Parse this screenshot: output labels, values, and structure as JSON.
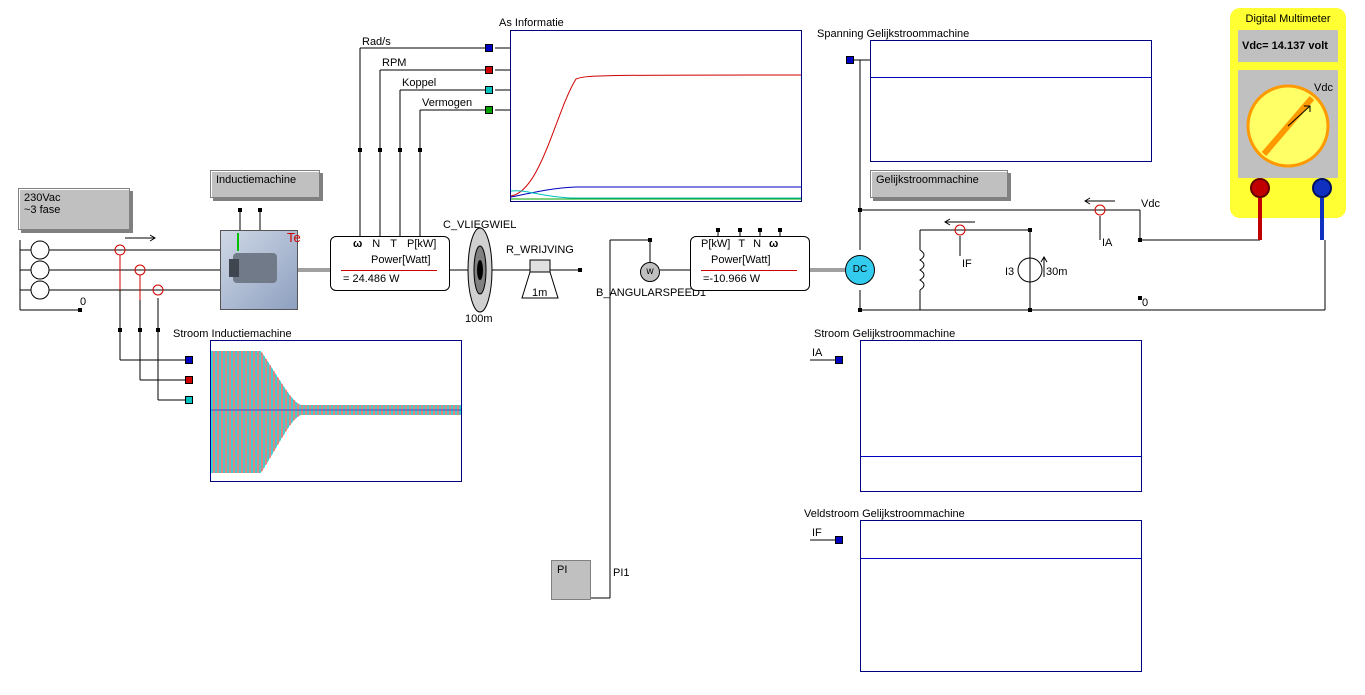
{
  "colors": {
    "wire": "#000000",
    "scope_border": "#000080",
    "red_trace": "#d00000",
    "blue_trace": "#0000c0",
    "cyan_trace": "#00c0c0",
    "green_trace": "#00a000",
    "dmm_yellow": "#ffff33",
    "dmm_orange": "#ff9900"
  },
  "source": {
    "label_line1": "230Vac",
    "label_line2": "~3 fase",
    "ground": "0"
  },
  "induction_machine": {
    "label": "Inductiemachine",
    "torque_symbol": "Te"
  },
  "power_meter_left": {
    "headers": [
      "ω",
      "N",
      "T",
      "P[kW]"
    ],
    "caption": "Power[Watt]",
    "value": "= 24.486 W"
  },
  "power_meter_right": {
    "headers": [
      "P[kW]",
      "T",
      "N",
      "ω"
    ],
    "caption": "Power[Watt]",
    "value": "=-10.966 W"
  },
  "flywheel": {
    "name": "C_VLIEGWIEL",
    "value": "100m"
  },
  "friction": {
    "name": "R_WRIJVING",
    "value": "1m"
  },
  "speed_sensor": {
    "name": "B_ANGULARSPEED1",
    "symbol": "w"
  },
  "pi_block": {
    "label": "PI",
    "name": "PI1"
  },
  "shaft_info_scope": {
    "title": "As Informatie",
    "channels": [
      "Rad/s",
      "RPM",
      "Koppel",
      "Vermogen"
    ]
  },
  "induction_current_scope": {
    "title": "Stroom Inductiemachine"
  },
  "dc_voltage_scope": {
    "title": "Spanning Gelijkstroommachine"
  },
  "dc_current_scope": {
    "title": "Stroom Gelijkstroommachine",
    "input": "IA"
  },
  "field_current_scope": {
    "title": "Veldstroom Gelijkstroommachine",
    "input": "IF"
  },
  "dc_machine": {
    "label": "Gelijkstroommachine",
    "symbol": "DC"
  },
  "dc_circuit": {
    "current_source": "I3",
    "current_value": "30m",
    "if_label": "IF",
    "ia_label": "IA",
    "vdc_label": "Vdc",
    "ground": "0"
  },
  "multimeter": {
    "title": "Digital Multimeter",
    "reading": "Vdc= 14.137 volt",
    "dial_label": "Vdc"
  }
}
